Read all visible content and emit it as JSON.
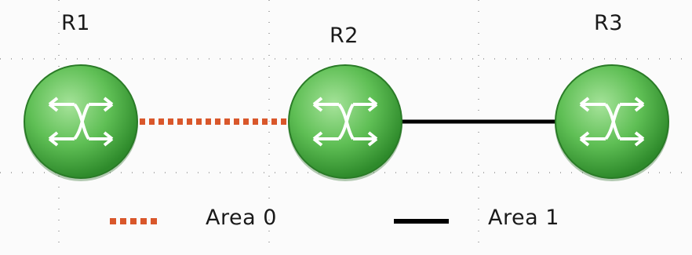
{
  "routers": [
    {
      "id": "r1",
      "label": "R1"
    },
    {
      "id": "r2",
      "label": "R2"
    },
    {
      "id": "r3",
      "label": "R3"
    }
  ],
  "links": [
    {
      "from": "R1",
      "to": "R2",
      "area": "Area 0",
      "style": "dotted",
      "color": "#d9572b"
    },
    {
      "from": "R2",
      "to": "R3",
      "area": "Area 1",
      "style": "solid",
      "color": "#000000"
    }
  ],
  "legend": [
    {
      "label": "Area 0",
      "style": "dotted",
      "color": "#d9572b"
    },
    {
      "label": "Area 1",
      "style": "solid",
      "color": "#000000"
    }
  ],
  "colors": {
    "router_fill": "#5fbf55",
    "router_dark": "#2e8a2b",
    "arrow": "#ffffff",
    "grid": "#b0b0b0"
  }
}
